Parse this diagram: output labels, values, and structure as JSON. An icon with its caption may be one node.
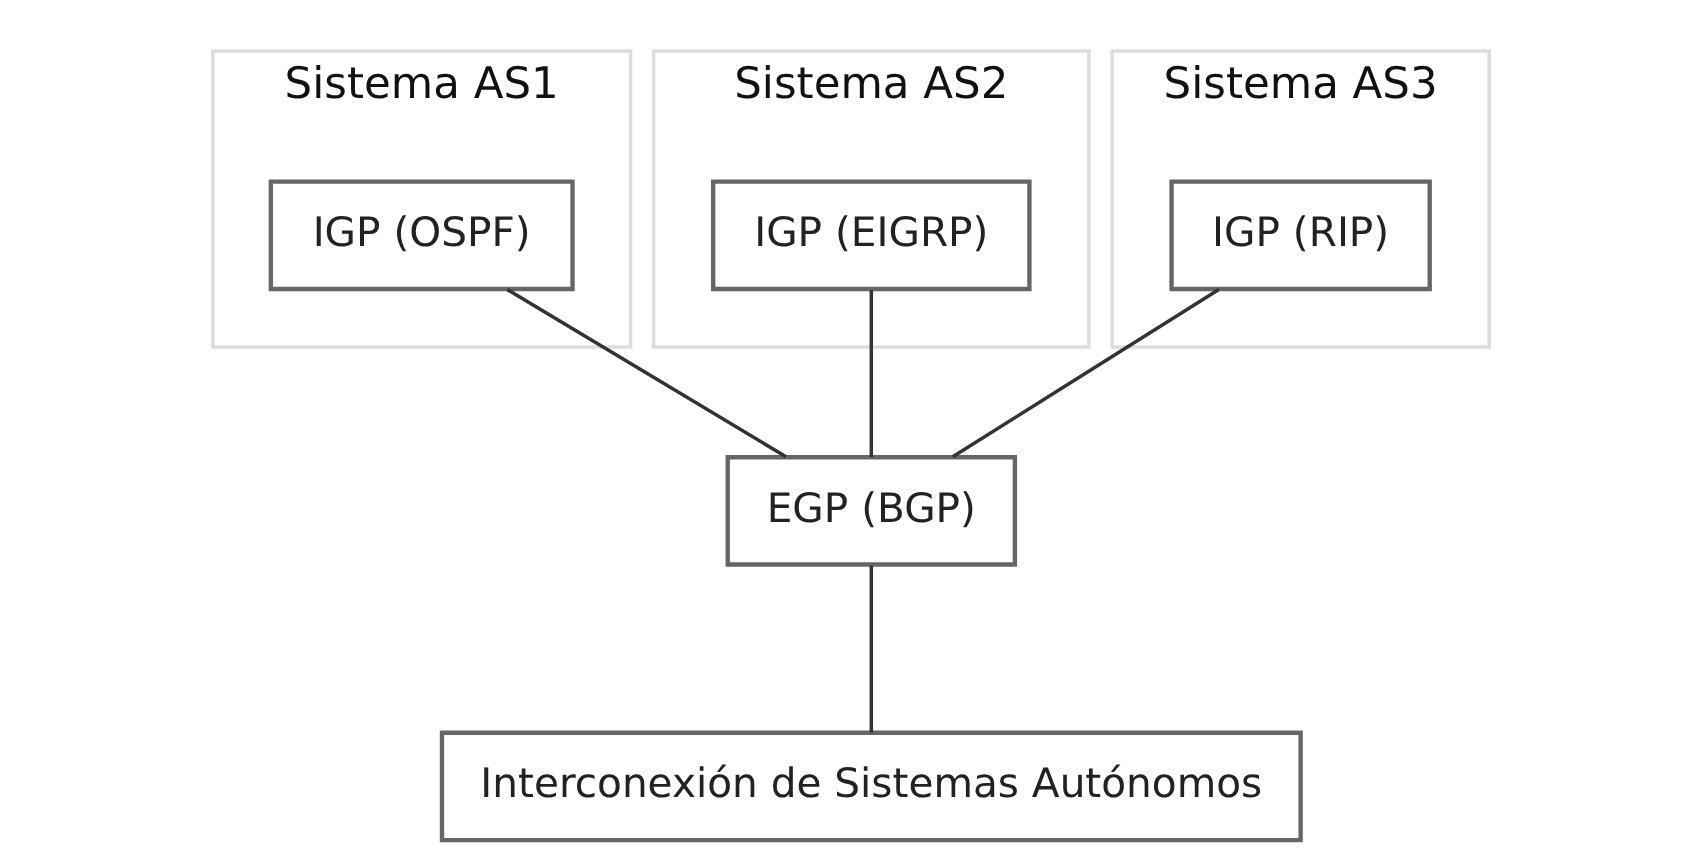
{
  "diagram": {
    "nodes": [
      {
        "text": [
          "Sistema AS1"
        ]
      },
      {
        "text": [
          "IGP (OSPF)"
        ],
        "in": 0
      },
      {
        "text": [
          "Sistema AS2"
        ]
      },
      {
        "text": [
          "IGP (EIGRP)"
        ],
        "in": 2
      },
      {
        "text": [
          "Sistema AS3"
        ]
      },
      {
        "text": [
          "IGP (RIP)"
        ],
        "in": 4
      },
      {
        "text": [
          "EGP (BGP)"
        ]
      },
      {
        "text": [
          "Interconexión de Sistemas Autónomos"
        ]
      }
    ],
    "edges": [
      {
        "from": 1,
        "to": 6,
        "arrow": "none"
      },
      {
        "from": 3,
        "to": 6,
        "arrow": "none"
      },
      {
        "from": 5,
        "to": 6,
        "arrow": "none"
      },
      {
        "from": 6,
        "to": 7,
        "arrow": "none"
      }
    ]
  }
}
